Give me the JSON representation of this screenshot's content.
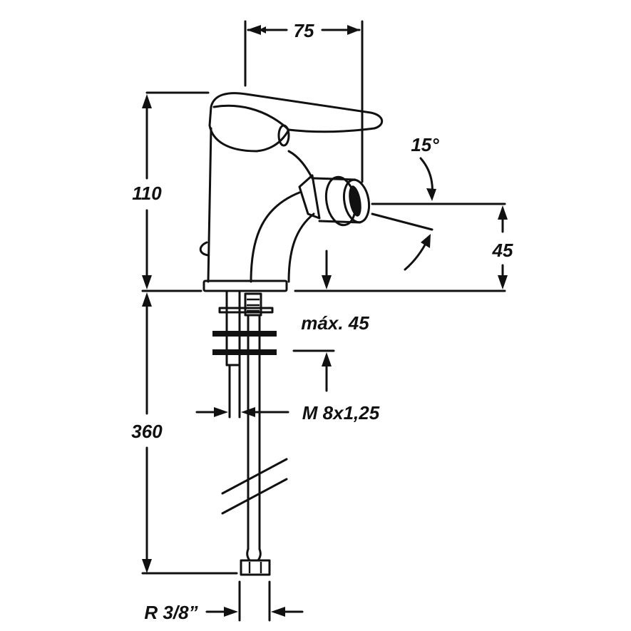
{
  "dimensions": {
    "top_width": "75",
    "height_body": "110",
    "spray_angle": "15°",
    "nozzle_height": "45",
    "max_deck": "máx. 45",
    "thread": "M 8x1,25",
    "hose_length": "360",
    "connection": "R 3/8”"
  }
}
